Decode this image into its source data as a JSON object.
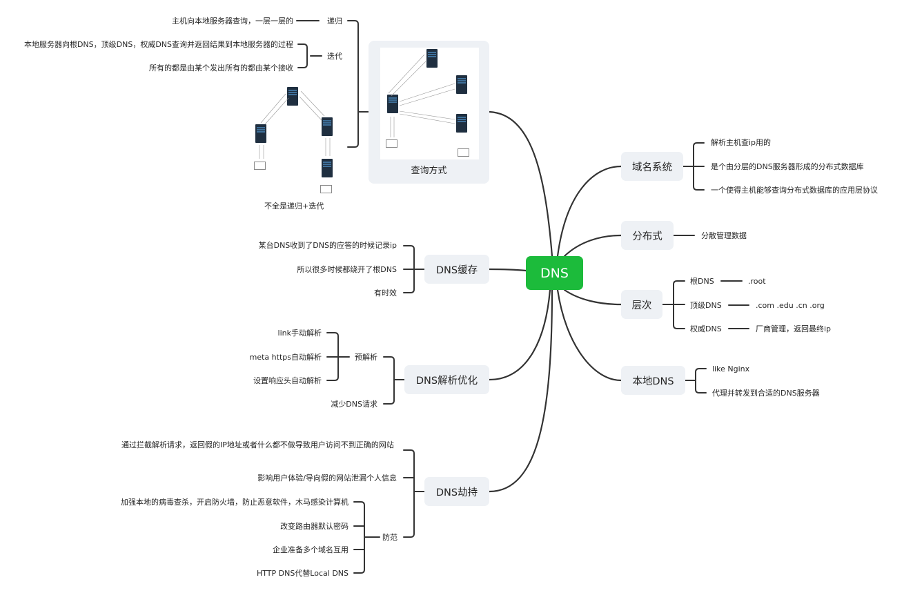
{
  "root": {
    "label": "DNS",
    "color": "#1cbb3b"
  },
  "right_topics": [
    {
      "label": "域名系统",
      "children": [
        {
          "label": "解析主机查ip用的"
        },
        {
          "label": "是个由分层的DNS服务器形成的分布式数据库"
        },
        {
          "label": "一个使得主机能够查询分布式数据库的应用层协议"
        }
      ]
    },
    {
      "label": "分布式",
      "children": [
        {
          "label": "分散管理数据"
        }
      ]
    },
    {
      "label": "层次",
      "children": [
        {
          "label": "根DNS",
          "children": [
            {
              "label": ".root"
            }
          ]
        },
        {
          "label": "顶级DNS",
          "children": [
            {
              "label": ".com .edu .cn .org"
            }
          ]
        },
        {
          "label": "权威DNS",
          "children": [
            {
              "label": "厂商管理，返回最终ip"
            }
          ]
        }
      ]
    },
    {
      "label": "本地DNS",
      "children": [
        {
          "label": "like Nginx"
        },
        {
          "label": "代理并转发到合适的DNS服务器"
        }
      ]
    }
  ],
  "left_topics": [
    {
      "label": "查询方式",
      "type": "image",
      "image_alt": "DNS 迭代查询示意图（本地DNS服务器 ↔ 根DNS / 顶级DNS / 权威DNS 服务器，主机）",
      "children": [
        {
          "label": "递归",
          "children": [
            {
              "label": "主机向本地服务器查询，一层一层的"
            }
          ]
        },
        {
          "label": "迭代",
          "children": [
            {
              "label": "本地服务器向根DNS，顶级DNS，权威DNS查询并返回结果到本地服务器的过程"
            },
            {
              "label": "所有的都是由某个发出所有的都由某个接收"
            }
          ]
        },
        {
          "label": "不全是递归+迭代",
          "type": "image",
          "image_alt": "递归+迭代混合查询示意图"
        }
      ]
    },
    {
      "label": "DNS缓存",
      "children": [
        {
          "label": "某台DNS收到了DNS的应答的时候记录ip"
        },
        {
          "label": "所以很多时候都绕开了根DNS"
        },
        {
          "label": "有时效"
        }
      ]
    },
    {
      "label": "DNS解析优化",
      "children": [
        {
          "label": "预解析",
          "children": [
            {
              "label": "link手动解析"
            },
            {
              "label": "meta https自动解析"
            },
            {
              "label": "设置响应头自动解析"
            }
          ]
        },
        {
          "label": "减少DNS请求"
        }
      ]
    },
    {
      "label": "DNS劫持",
      "children": [
        {
          "label": "通过拦截解析请求，返回假的IP地址或者什么都不做导致用户访问不到正确的网站"
        },
        {
          "label": "影响用户体验/导向假的网站泄漏个人信息"
        },
        {
          "label": "防范",
          "children": [
            {
              "label": "加强本地的病毒查杀，开启防火墙，防止恶意软件，木马感染计算机"
            },
            {
              "label": "改变路由器默认密码"
            },
            {
              "label": "企业准备多个域名互用"
            },
            {
              "label": "HTTP DNS代替Local DNS"
            }
          ]
        }
      ]
    }
  ]
}
